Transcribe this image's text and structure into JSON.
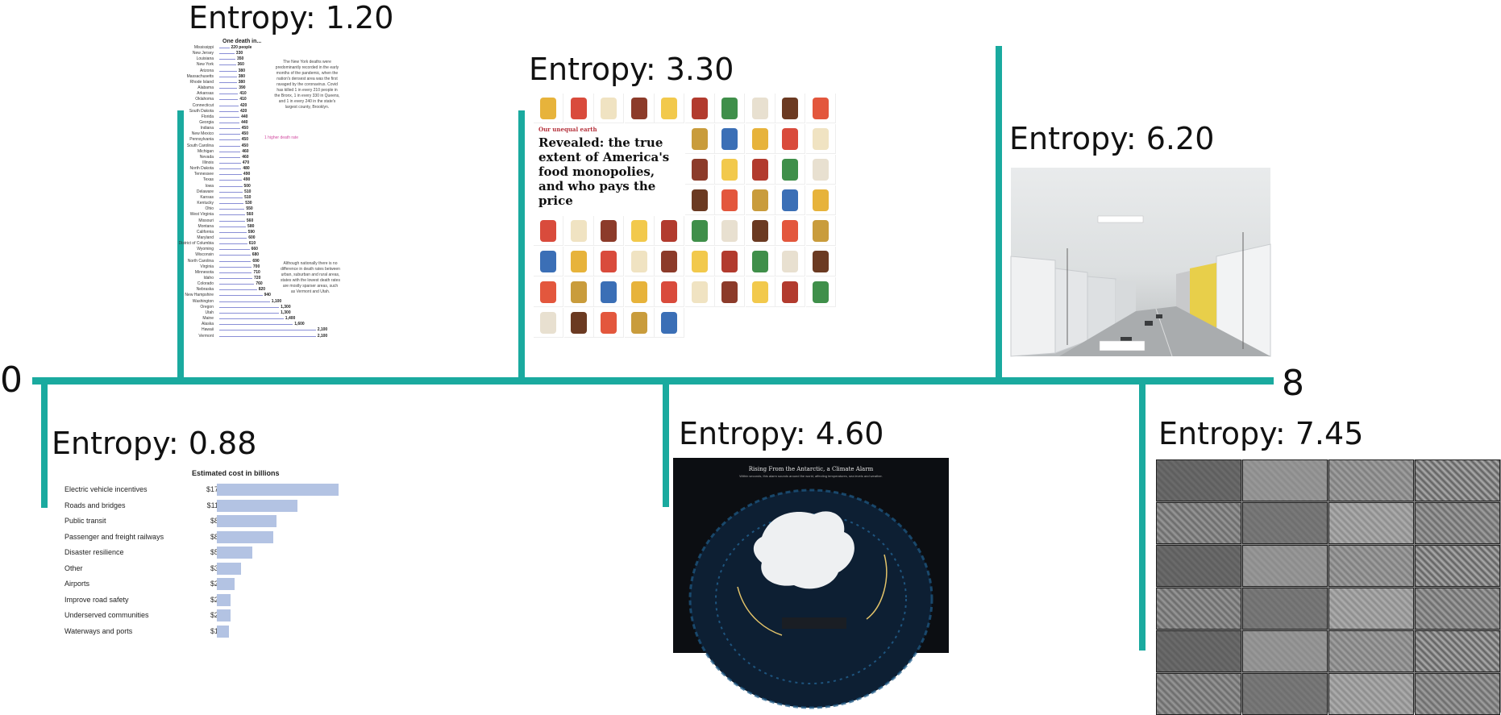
{
  "axis": {
    "start_label": "0",
    "end_label": "8",
    "color": "#1aaa9f"
  },
  "items": [
    {
      "label": "Entropy: 0.88",
      "side": "below",
      "kind": "cost-bar-chart"
    },
    {
      "label": "Entropy: 1.20",
      "side": "above",
      "kind": "state-list"
    },
    {
      "label": "Entropy: 3.30",
      "side": "above",
      "kind": "food-grid"
    },
    {
      "label": "Entropy: 4.60",
      "side": "below",
      "kind": "antarctica-globe"
    },
    {
      "label": "Entropy: 6.20",
      "side": "above",
      "kind": "street-render"
    },
    {
      "label": "Entropy: 7.45",
      "side": "below",
      "kind": "aerial-grid"
    }
  ],
  "thumb_state_list": {
    "title": "One death in...",
    "rows": [
      {
        "state": "Mississippi",
        "value": "220 people"
      },
      {
        "state": "New Jersey",
        "value": "330"
      },
      {
        "state": "Louisiana",
        "value": "350"
      },
      {
        "state": "New York",
        "value": "360"
      },
      {
        "state": "Arizona",
        "value": "380"
      },
      {
        "state": "Massachusetts",
        "value": "380"
      },
      {
        "state": "Rhode Island",
        "value": "380"
      },
      {
        "state": "Alabama",
        "value": "390"
      },
      {
        "state": "Arkansas",
        "value": "410"
      },
      {
        "state": "Oklahoma",
        "value": "410"
      },
      {
        "state": "Connecticut",
        "value": "420"
      },
      {
        "state": "South Dakota",
        "value": "420"
      },
      {
        "state": "Florida",
        "value": "440"
      },
      {
        "state": "Georgia",
        "value": "440"
      },
      {
        "state": "Indiana",
        "value": "450"
      },
      {
        "state": "New Mexico",
        "value": "450"
      },
      {
        "state": "Pennsylvania",
        "value": "450"
      },
      {
        "state": "South Carolina",
        "value": "450"
      },
      {
        "state": "Michigan",
        "value": "460"
      },
      {
        "state": "Nevada",
        "value": "460"
      },
      {
        "state": "Illinois",
        "value": "470"
      },
      {
        "state": "North Dakota",
        "value": "480"
      },
      {
        "state": "Tennessee",
        "value": "490"
      },
      {
        "state": "Texas",
        "value": "490"
      },
      {
        "state": "Iowa",
        "value": "500"
      },
      {
        "state": "Delaware",
        "value": "510"
      },
      {
        "state": "Kansas",
        "value": "510"
      },
      {
        "state": "Kentucky",
        "value": "530"
      },
      {
        "state": "Ohio",
        "value": "550"
      },
      {
        "state": "West Virginia",
        "value": "560"
      },
      {
        "state": "Missouri",
        "value": "560"
      },
      {
        "state": "Montana",
        "value": "580"
      },
      {
        "state": "California",
        "value": "590"
      },
      {
        "state": "Maryland",
        "value": "600"
      },
      {
        "state": "District of Columbia",
        "value": "610"
      },
      {
        "state": "Wyoming",
        "value": "660"
      },
      {
        "state": "Wisconsin",
        "value": "680"
      },
      {
        "state": "North Carolina",
        "value": "690"
      },
      {
        "state": "Virginia",
        "value": "700"
      },
      {
        "state": "Minnesota",
        "value": "710"
      },
      {
        "state": "Idaho",
        "value": "720"
      },
      {
        "state": "Colorado",
        "value": "760"
      },
      {
        "state": "Nebraska",
        "value": "820"
      },
      {
        "state": "New Hampshire",
        "value": "940"
      },
      {
        "state": "Washington",
        "value": "1,100"
      },
      {
        "state": "Oregon",
        "value": "1,300"
      },
      {
        "state": "Utah",
        "value": "1,300"
      },
      {
        "state": "Maine",
        "value": "1,400"
      },
      {
        "state": "Alaska",
        "value": "1,600"
      },
      {
        "state": "Hawaii",
        "value": "2,100"
      },
      {
        "state": "Vermont",
        "value": "2,100"
      }
    ],
    "note_top": "The New York deaths were predominantly recorded in the early months of the pandemic, when the nation's densest area was the first ravaged by the coronavirus. Covid has killed 1 in every 210 people in the Bronx, 1 in every 330 in Queens, and 1 in every 240 in the state's largest county, Brooklyn.",
    "note_bottom": "Although nationally there is no difference in death rates between urban, suburban and rural areas, states with the lowest death rates are mostly sparser areas, such as Vermont and Utah.",
    "pink_note": "1 higher death rate"
  },
  "thumb_food_grid": {
    "kicker": "Our unequal earth",
    "headline": "Revealed: the true extent of America's food monopolies, and who pays the price"
  },
  "thumb_cost_chart": {
    "title": "Estimated cost in billions",
    "rows": [
      {
        "label": "Electric vehicle incentives",
        "value": "$174",
        "amount": 174
      },
      {
        "label": "Roads and bridges",
        "value": "$115",
        "amount": 115
      },
      {
        "label": "Public transit",
        "value": "$85",
        "amount": 85
      },
      {
        "label": "Passenger and freight railways",
        "value": "$80",
        "amount": 80
      },
      {
        "label": "Disaster resilience",
        "value": "$50",
        "amount": 50
      },
      {
        "label": "Other",
        "value": "$35",
        "amount": 35
      },
      {
        "label": "Airports",
        "value": "$25",
        "amount": 25
      },
      {
        "label": "Improve road safety",
        "value": "$20",
        "amount": 20
      },
      {
        "label": "Underserved communities",
        "value": "$20",
        "amount": 20
      },
      {
        "label": "Waterways and ports",
        "value": "$17",
        "amount": 17
      }
    ]
  },
  "thumb_antarctica": {
    "headline": "Rising From the Antarctic, a Climate Alarm",
    "subhead": "Within seconds, this alarm sounds around the world, affecting temperatures, sea levels and weather."
  }
}
